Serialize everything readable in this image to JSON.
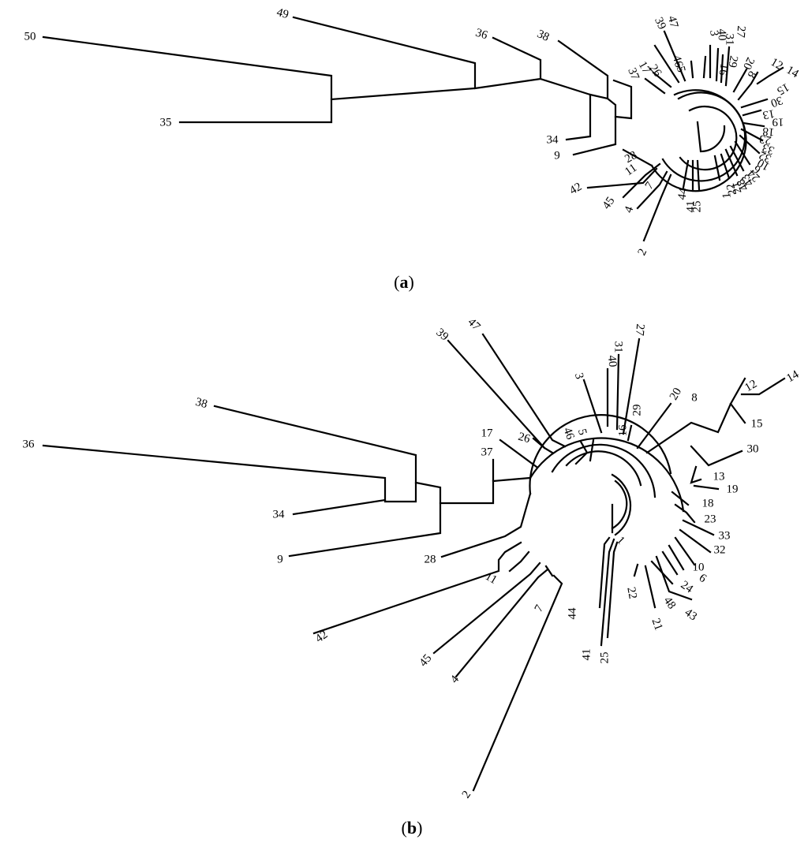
{
  "panel_a": {
    "caption_open": "(",
    "caption_letter": "a",
    "caption_close": ")",
    "leaves": [
      "50",
      "49",
      "36",
      "38",
      "35",
      "34",
      "9",
      "37",
      "17",
      "26",
      "39",
      "47",
      "46",
      "5",
      "3",
      "40",
      "31",
      "27",
      "29",
      "16",
      "20",
      "8",
      "12",
      "14",
      "15",
      "30",
      "13",
      "19",
      "18",
      "23",
      "33",
      "32",
      "10",
      "6",
      "24",
      "43",
      "48",
      "21",
      "22",
      "25",
      "41",
      "44",
      "1",
      "7",
      "2",
      "4",
      "45",
      "11",
      "42",
      "28"
    ]
  },
  "panel_b": {
    "caption_open": "(",
    "caption_letter": "b",
    "caption_close": ")",
    "leaves": [
      "36",
      "38",
      "34",
      "9",
      "28",
      "42",
      "11",
      "45",
      "4",
      "7",
      "2",
      "37",
      "17",
      "26",
      "39",
      "47",
      "46",
      "5",
      "3",
      "40",
      "31",
      "27",
      "29",
      "16",
      "20",
      "8",
      "12",
      "14",
      "15",
      "30",
      "13",
      "19",
      "18",
      "23",
      "33",
      "32",
      "10",
      "6",
      "24",
      "43",
      "48",
      "21",
      "22",
      "25",
      "41",
      "44",
      "1"
    ]
  }
}
